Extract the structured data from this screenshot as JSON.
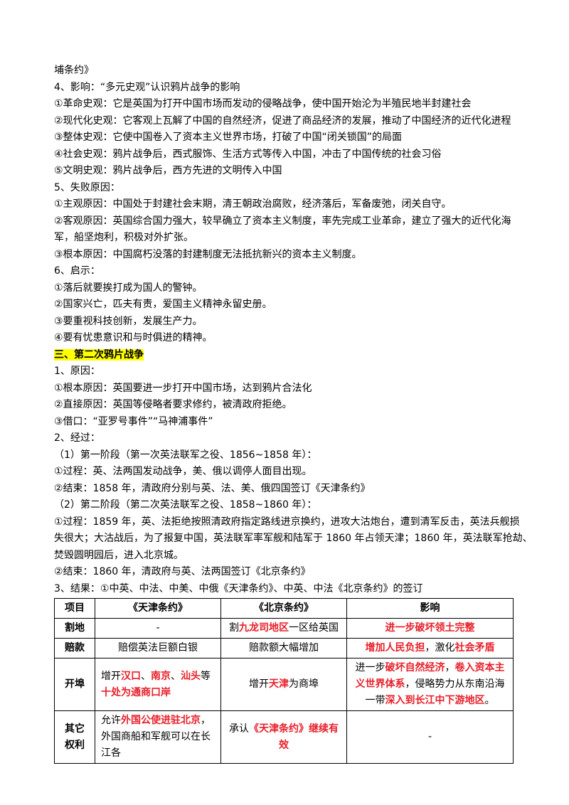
{
  "lines_top": [
    "埔条约》",
    "4、影响：“多元史观”认识鸦片战争的影响",
    "①革命史观：它是英国为打开中国市场而发动的侵略战争，使中国开始沦为半殖民地半封建社会",
    "②现代化史观：它客观上瓦解了中国的自然经济，促进了商品经济的发展，推动了中国经济的近代化进程",
    "③整体史观：它使中国卷入了资本主义世界市场，打破了中国“闭关锁国”的局面",
    "④社会史观：鸦片战争后，西式服饰、生活方式等传入中国，冲击了中国传统的社会习俗",
    "⑤文明史观：鸦片战争后，西方先进的文明传入中国",
    "5、失败原因：",
    "①主观原因：中国处于封建社会末期，清王朝政治腐败，经济落后，军备废弛，闭关自守。",
    "②客观原因：英国综合国力强大，较早确立了资本主义制度，率先完成工业革命，建立了强大的近代化海",
    "军，船坚炮利，积极对外扩张。",
    "③根本原因：中国腐朽没落的封建制度无法抵抗新兴的资本主义制度。",
    "6、启示：",
    "①落后就要挨打成为国人的警钟。",
    "②国家兴亡，匹夫有责，爱国主义精神永留史册。",
    "③要重视科技创新，发展生产力。",
    "④要有忧患意识和与时俱进的精神。"
  ],
  "section_heading": "三、第二次鸦片战争",
  "lines_mid": [
    "1、原因：",
    "①根本原因：英国要进一步打开中国市场，达到鸦片合法化",
    "②直接原因：英国等侵略者要求修约，被清政府拒绝。",
    "③借口：“亚罗号事件”“马神浦事件”",
    "2、经过：",
    "（1）第一阶段（第一次英法联军之役、1856~1858 年）：",
    "①过程：英、法两国发动战争，美、俄以调停人面目出现。",
    "②结束：1858 年，清政府分别与英、法、美、俄四国签订《天津条约》",
    "（2）第二阶段（第二次英法联军之役、1858~1860 年）：",
    "①过程：1859 年，英、法拒绝按照清政府指定路线进京换约，进攻大沽炮台，遭到清军反击，英法兵舰损",
    "失很大；大沽战后，为了报复中国，英法联军率军舰和陆军于 1860 年占领天津；1860 年，英法联军抢劫、",
    "焚毁圆明园后，进入北京城。",
    "②结束：1860 年，清政府与英、法两国签订《北京条约》",
    "3、结果：①中英、中法、中美、中俄《天津条约》、中英、中法《北京条约》的签订"
  ],
  "table": {
    "headers": [
      "项目",
      "《天津条约》",
      "《北京条约》",
      "影响"
    ],
    "r1": {
      "label": "割地",
      "tianjin": "-",
      "beijing_pre": "割",
      "beijing_red": "九龙司地区",
      "beijing_post": "一区给英国",
      "impact_red": "进一步破坏领土完整"
    },
    "r2": {
      "label": "赔款",
      "tianjin": "赔偿英法巨额白银",
      "beijing": "赔款额大幅增加",
      "impact_red1": "增加人民负担",
      "impact_mid": "，激化",
      "impact_red2": "社会矛盾"
    },
    "r3": {
      "label": "开埠",
      "tj_pre": "增开",
      "tj_red1": "汉口",
      "tj_sep1": "、",
      "tj_red2": "南京",
      "tj_sep2": "、",
      "tj_red3": "汕头",
      "tj_mid": "等",
      "tj_red4": "十处为通商口岸",
      "bj_pre": "增开",
      "bj_red": "天津",
      "bj_post": "为商埠",
      "im_pre": "进一步",
      "im_red1": "破坏自然经济",
      "im_sep": "，",
      "im_red2": "卷入资本主义世界体系",
      "im_mid": "，侵略势力从东南沿海一带",
      "im_red3": "深入到长江中下游地区",
      "im_post": "。"
    },
    "r4": {
      "label": "其它权利",
      "tj_pre": "允许",
      "tj_red": "外国公使进驻北京",
      "tj_post": "，外国商船和军舰可以在长江各",
      "bj_pre": "承认",
      "bj_red": "《天津条约》继续有效",
      "impact": "-"
    }
  }
}
